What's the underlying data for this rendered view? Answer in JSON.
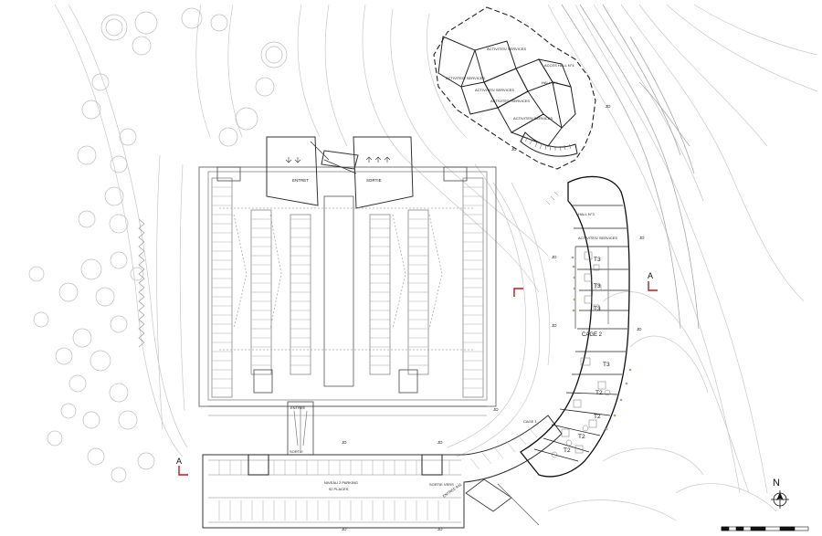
{
  "plan": {
    "parking": {
      "entrance_top": "ENTRET",
      "exit_top": "SORTIE",
      "entrance_ramp": "ENTREE",
      "exit_ramp": "SORTIE",
      "level_label": "NIVEAU 2 PARKING",
      "places_label": "92 PLACES",
      "exit_direction": "SORTIE VERS",
      "entry_direction": "ENTREE A41"
    },
    "activities": [
      "ACTIVITES/ SERVICES",
      "ACTIVITES/ SERVICES",
      "ACTIVITES/ SERVICES",
      "ACTIVITES/ SERVICES",
      "ACTIVITES/ SERVICES",
      "ACTIVITES/ SERVICES"
    ],
    "access_hall": "ACCES HALL N°4",
    "halls": [
      "HALL N°4",
      "HALL N°3"
    ],
    "cages": [
      "CAGE 2",
      "CAGE 1"
    ],
    "units": [
      "T3",
      "T3",
      "T3",
      "T3",
      "T2",
      "T2",
      "T2",
      "T2"
    ],
    "jd_marks": [
      "JD",
      "JD",
      "JD",
      "JD",
      "JD",
      "JD",
      "JD",
      "JD",
      "JD",
      "JD",
      "JD"
    ],
    "section_marks": [
      "A",
      "A"
    ],
    "north": "N"
  }
}
